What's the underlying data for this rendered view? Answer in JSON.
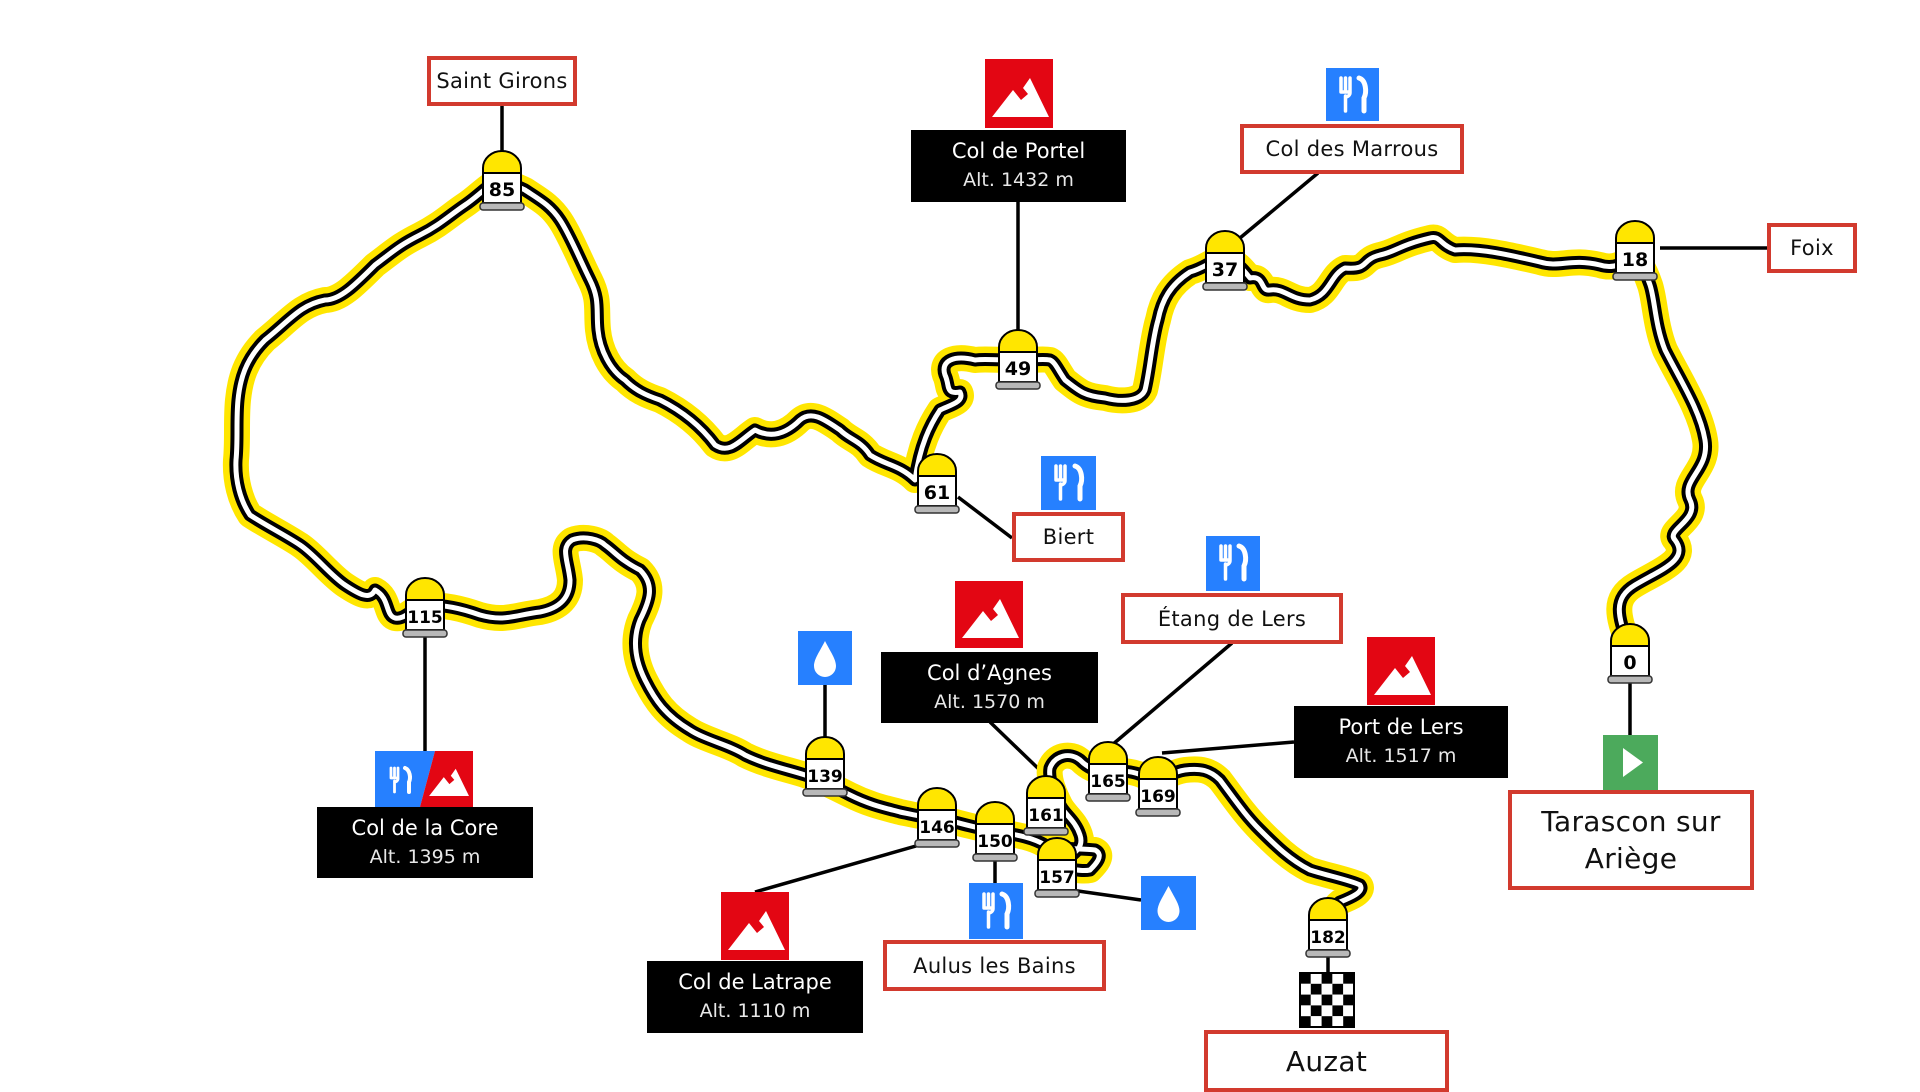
{
  "map": {
    "route_colors": {
      "halo": "#ffe600",
      "road_edge": "#000000",
      "road_center": "#ffffff"
    },
    "milestones": [
      {
        "km": "0"
      },
      {
        "km": "18"
      },
      {
        "km": "37"
      },
      {
        "km": "49"
      },
      {
        "km": "61"
      },
      {
        "km": "85"
      },
      {
        "km": "115"
      },
      {
        "km": "139"
      },
      {
        "km": "146"
      },
      {
        "km": "150"
      },
      {
        "km": "157"
      },
      {
        "km": "161"
      },
      {
        "km": "165"
      },
      {
        "km": "169"
      },
      {
        "km": "182"
      }
    ],
    "towns": {
      "saint_girons": "Saint Girons",
      "col_des_marrous": "Col des Marrous",
      "foix": "Foix",
      "tarascon_line1": "Tarascon sur",
      "tarascon_line2": "Ariège",
      "biert": "Biert",
      "etang_de_lers": "Étang de Lers",
      "aulus_les_bains": "Aulus les Bains",
      "auzat": "Auzat"
    },
    "cols": {
      "portel": {
        "name": "Col de Portel",
        "alt": "Alt. 1432 m"
      },
      "core": {
        "name": "Col de la Core",
        "alt": "Alt. 1395 m"
      },
      "agnes": {
        "name": "Col d’Agnes",
        "alt": "Alt. 1570 m"
      },
      "port_de_lers": {
        "name": "Port de Lers",
        "alt": "Alt. 1517 m"
      },
      "latrape": {
        "name": "Col de Latrape",
        "alt": "Alt. 1110 m"
      }
    },
    "icon_colors": {
      "mountain": "#e30613",
      "food": "#2680ff",
      "water": "#2680ff",
      "start": "#4caa5c",
      "town_border": "#d23a2e"
    }
  }
}
